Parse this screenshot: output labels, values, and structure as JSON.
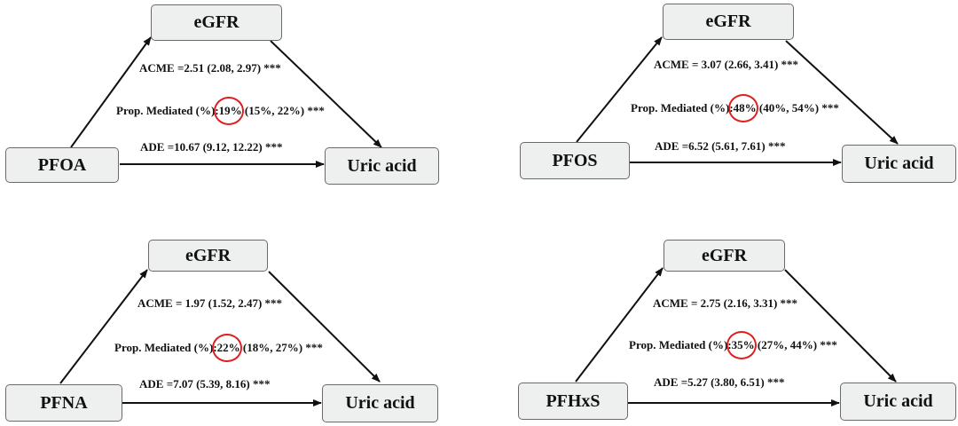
{
  "panels": [
    {
      "exposure": "PFOA",
      "mediator": "eGFR",
      "outcome": "Uric acid",
      "acme": "ACME =2.51 (2.08, 2.97) ***",
      "prop_prefix": "Prop. Mediated (%):",
      "prop_pct": "19%",
      "prop_suffix": " (15%, 22%) ***",
      "ade": "ADE =10.67 (9.12, 12.22) ***"
    },
    {
      "exposure": "PFOS",
      "mediator": "eGFR",
      "outcome": "Uric acid",
      "acme": "ACME = 3.07 (2.66, 3.41) ***",
      "prop_prefix": "Prop. Mediated (%):",
      "prop_pct": "48%",
      "prop_suffix": " (40%, 54%) ***",
      "ade": "ADE =6.52 (5.61, 7.61) ***"
    },
    {
      "exposure": "PFNA",
      "mediator": "eGFR",
      "outcome": "Uric acid",
      "acme": "ACME = 1.97 (1.52, 2.47) ***",
      "prop_prefix": "Prop. Mediated (%):",
      "prop_pct": "22%",
      "prop_suffix": " (18%, 27%) ***",
      "ade": "ADE =7.07 (5.39, 8.16) ***"
    },
    {
      "exposure": "PFHxS",
      "mediator": "eGFR",
      "outcome": "Uric acid",
      "acme": "ACME = 2.75 (2.16, 3.31) ***",
      "prop_prefix": "Prop. Mediated (%):",
      "prop_pct": "35%",
      "prop_suffix": " (27%, 44%) ***",
      "ade": "ADE =5.27 (3.80, 6.51) ***"
    }
  ],
  "colors": {
    "highlight_ring": "#e02020",
    "node_fill": "#eef0ef"
  }
}
